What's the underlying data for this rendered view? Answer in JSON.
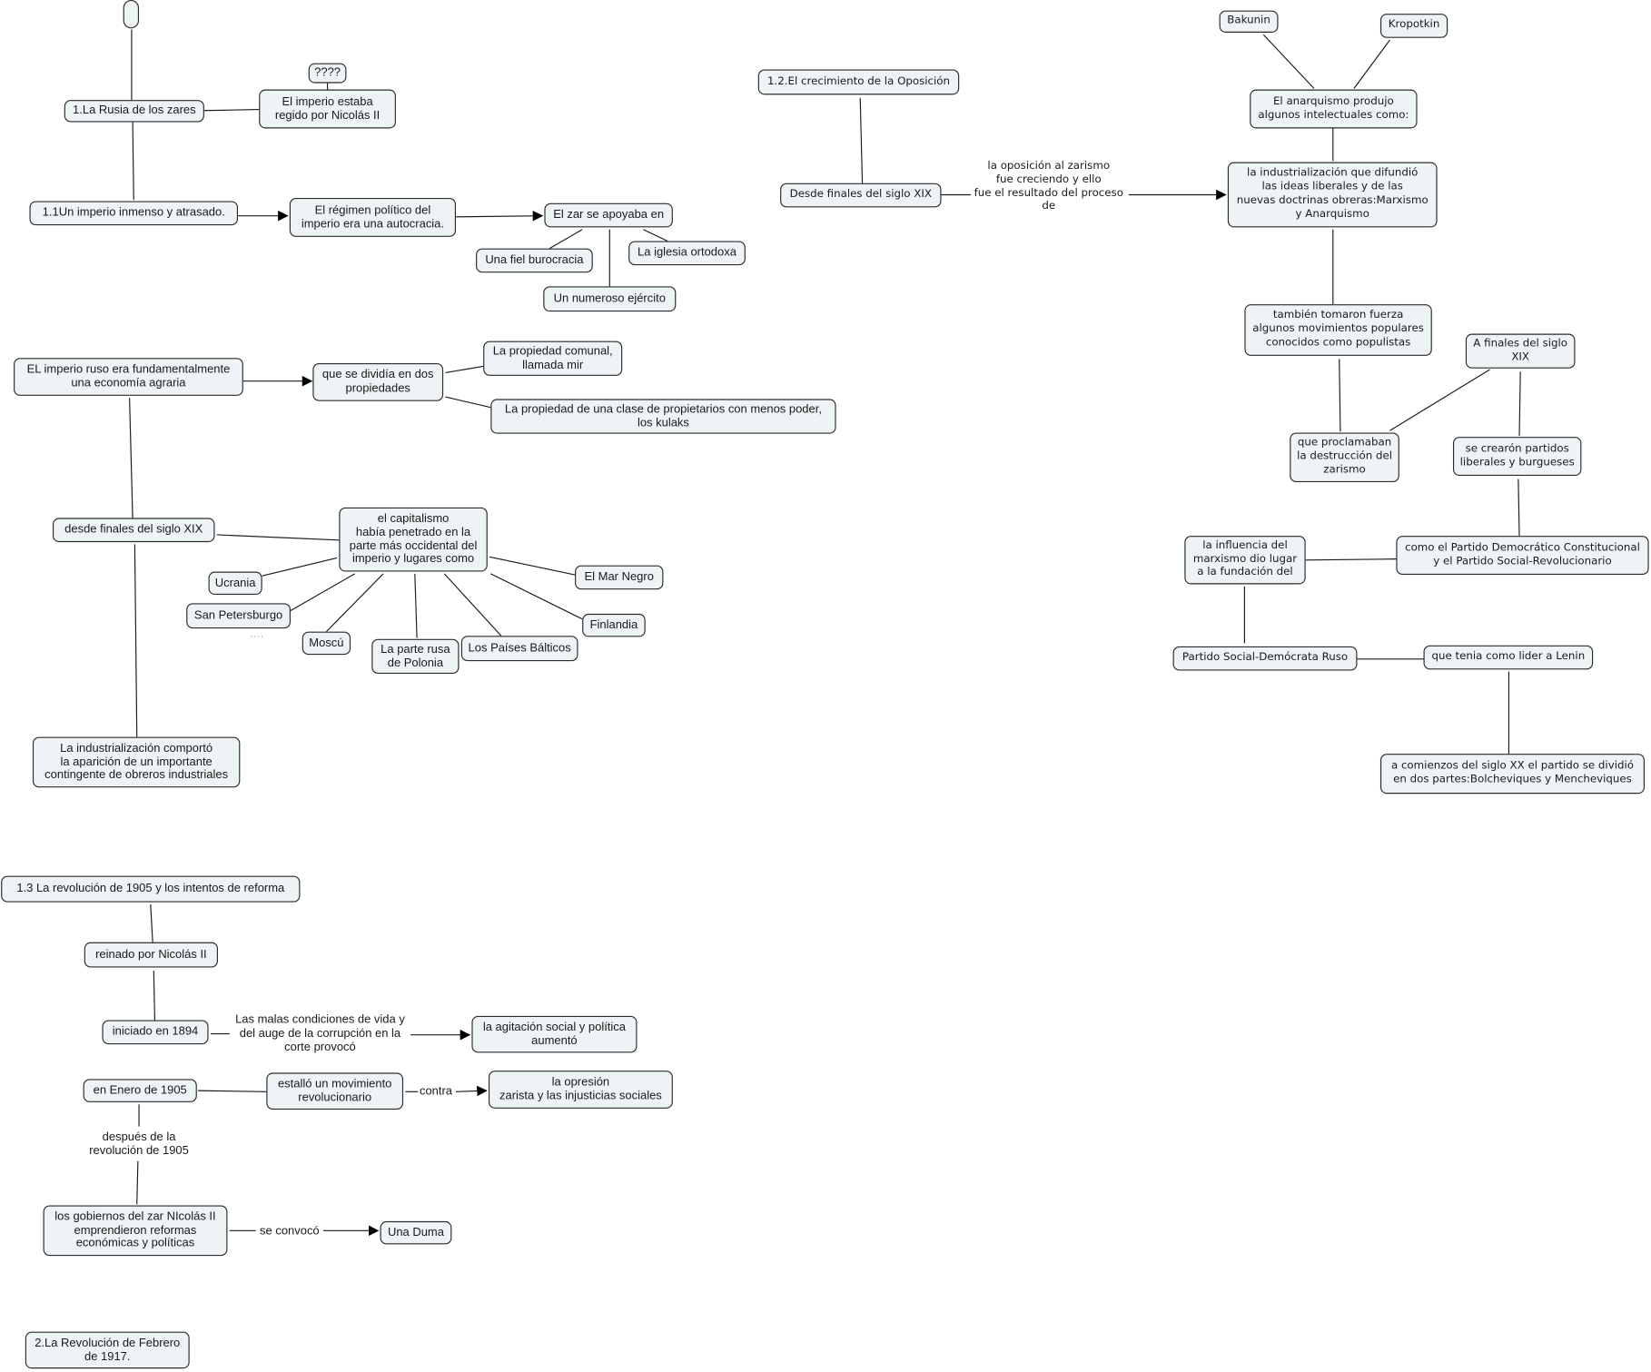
{
  "concepts": {
    "root": "",
    "rusia": "1.La Rusia de los zares",
    "regido": "El imperio estaba\nregido por Nicolás II",
    "unknown": "????",
    "imperio": "1.1Un imperio inmenso y atrasado.",
    "regimen": "El régimen político del\nimperio era una autocracia.",
    "zar": "El zar se apoyaba en",
    "burocracia": "Una fiel burocracia",
    "iglesia": "La iglesia ortodoxa",
    "ejercito": "Un numeroso ejército",
    "agraria": "EL imperio ruso era fundamentalmente\nuna economía agraria",
    "dividia": "que se dividía en dos\npropiedades",
    "mir": "La propiedad comunal,\nllamada mir",
    "kulaks": "La propiedad de una clase de propietarios con menos poder,\nlos kulaks",
    "desde_finales": "desde finales del siglo XIX",
    "capitalismo": "el capitalismo\nhabía penetrado en la\nparte más occidental del\nimperio y lugares como",
    "ucrania": "Ucrania",
    "san_petersburgo": "San Petersburgo",
    "moscu": "Moscú",
    "polonia": "La parte rusa\nde Polonia",
    "balticos": "Los Países Bálticos",
    "finlandia": "Finlandia",
    "mar_negro": "El Mar Negro",
    "obreros": "La industrialización comportó\nla aparición de un importante\ncontingente de obreros industriales",
    "oposicion": "1.2.El crecimiento de la Oposición",
    "desde_finales_2": "Desde finales del siglo XIX",
    "industrializacion": "la industrialización que difundió\nlas ideas liberales y de las\nnuevas doctrinas obreras:Marxismo\ny Anarquismo",
    "anarquismo": "El anarquismo produjo\nalgunos intelectuales como:",
    "bakunin": "Bakunin",
    "kropotkin": "Kropotkin",
    "populistas": "también tomaron fuerza\nalgunos movimientos populares\nconocidos como populistas",
    "a_finales": "A finales del siglo\nXIX",
    "proclamaban": "que proclamaban\nla destrucción del\nzarismo",
    "partidos_liberales": "se crearón partidos\nliberales y burgueses",
    "partido_democratico": "como el Partido Democrático Constitucional\ny el Partido Social-Revolucionario",
    "influencia": "la influencia del\nmarxismo dio lugar\na la fundación del",
    "psdr": "Partido Social-Demócrata Ruso",
    "lenin": "que tenia como lider a Lenin",
    "division": "a comienzos del siglo XX el partido se dividió\nen dos partes:Bolcheviques y Mencheviques",
    "revolucion_1905": "1.3 La revolución de 1905 y los intentos de reforma",
    "reinado": "reinado por Nicolás II",
    "iniciado": "iniciado en 1894",
    "agitacion": "la agitación social y política\naumentó",
    "enero_1905": "en Enero de 1905",
    "estallo": "estalló un movimiento\nrevolucionario",
    "opresion": "la opresión\nzarista y las injusticias sociales",
    "gobiernos": "los gobiernos del zar NIcolás II\nemprendieron reformas\neconómicas y políticas",
    "duma": "Una Duma",
    "febrero_1917": "2.La Revolución de Febrero\nde 1917."
  },
  "link_labels": {
    "oposicion_creciendo": "la oposición al zarismo\nfue creciendo y ello\nfue el resultado del proceso\nde",
    "malas_condiciones": "Las malas condiciones de vida y\ndel auge de la corrupción en la\ncorte provocó",
    "contra": "contra",
    "despues_1905": "después de la\nrevolución de 1905",
    "se_convoco": "se convocó"
  },
  "decorations": {
    "san_petersburgo_dots": "...."
  },
  "colors": {
    "node_fill": "#eef3f5",
    "node_border": "#2b2b2b",
    "line": "#1a1a1a",
    "background": "#ffffff"
  }
}
